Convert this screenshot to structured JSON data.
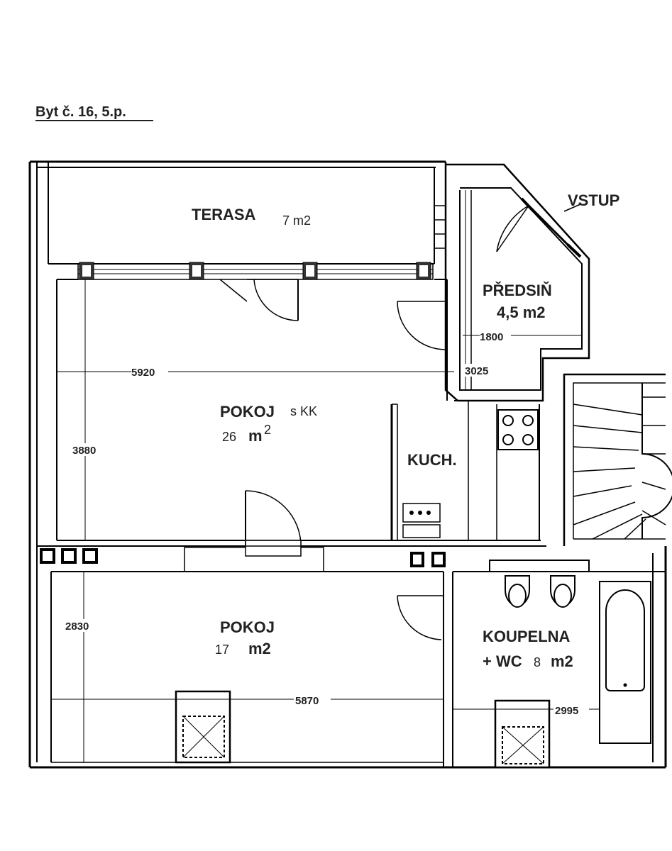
{
  "title": "Byt č. 16, 5.p.",
  "entry_label": "VSTUP",
  "rooms": {
    "terasa": {
      "name": "TERASA",
      "area": "7 m2"
    },
    "predsin": {
      "name": "PŘEDSIŇ",
      "area": "4,5 m2"
    },
    "pokoj_kk": {
      "name": "POKOJ",
      "suffix": "s KK",
      "area_num": "26",
      "area_unit": "m",
      "area_sup": "2"
    },
    "kuchyn": {
      "name": "KUCH."
    },
    "pokoj": {
      "name": "POKOJ",
      "area_num": "17",
      "area_unit": "m2"
    },
    "koupelna": {
      "name": "KOUPELNA",
      "line2_prefix": "+ WC",
      "area_num": "8",
      "area_unit": "m2"
    }
  },
  "dimensions": {
    "pokoj_kk_width": "5920",
    "pokoj_kk_depth": "3880",
    "predsin_width": "1800",
    "predsin_depth": "3025",
    "pokoj_depth": "2830",
    "pokoj_width": "5870",
    "koupelna_width": "2995"
  }
}
